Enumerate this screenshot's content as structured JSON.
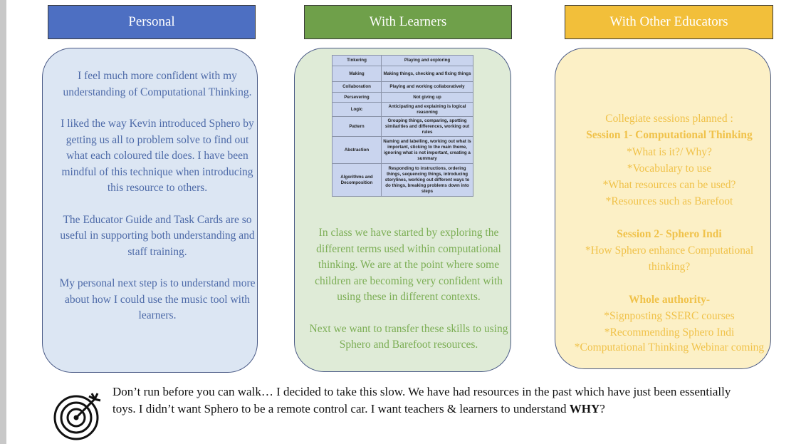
{
  "headers": {
    "personal": "Personal",
    "learners": "With Learners",
    "educators": "With Other Educators"
  },
  "colors": {
    "personal_header": "#4d6fc2",
    "learners_header": "#6fa04a",
    "educators_header": "#f2bf3a",
    "personal_card": "#dce6f3",
    "learners_card": "#dfebd7",
    "educators_card": "#fcf0c6",
    "personal_text": "#4d6aa8",
    "learners_text": "#7cae55",
    "educators_text": "#f0c24a"
  },
  "personal": {
    "p1": "I feel much more confident with my understanding of Computational Thinking.",
    "p2": "I liked the way Kevin introduced Sphero by getting us all to problem solve to find out what each coloured tile does. I have been mindful of this technique when introducing this resource to others.",
    "p3": "The Educator Guide and Task Cards are so useful in supporting both understanding and staff training.",
    "p4": "My personal next step is to understand more about how I could use the music tool with learners."
  },
  "learners": {
    "table": [
      {
        "term": "Tinkering",
        "desc": "Playing and exploring"
      },
      {
        "term": "Making",
        "desc": "Making things, checking and fixing things"
      },
      {
        "term": "Collaboration",
        "desc": "Playing and working collaboratively"
      },
      {
        "term": "Persevering",
        "desc": "Not giving up"
      },
      {
        "term": "Logic",
        "desc": "Anticipating and explaining is logical reasoning"
      },
      {
        "term": "Pattern",
        "desc": "Grouping things, comparing, spotting similarities and differences, working out rules"
      },
      {
        "term": "Abstraction",
        "desc": "Naming and labelling, working out what is important, sticking to the main theme, ignoring what is not important, creating a summary"
      },
      {
        "term": "Algorithms and Decomposition",
        "desc": "Responding to instructions, ordering things, sequencing things, introducing storylines, working out different ways to do things, breaking problems down into steps"
      }
    ],
    "p1": "In class we have started by exploring the different terms used within computational thinking. We are at the point where some children are becoming very confident with using these in different contexts.",
    "p2": "Next we want to transfer these skills to using Sphero and Barefoot resources."
  },
  "educators": {
    "l1": "Collegiate sessions planned :",
    "l2": "Session 1- Computational Thinking",
    "l3": "*What is it?/ Why?",
    "l4": "*Vocabulary to use",
    "l5": "*What resources can be used?",
    "l6": "*Resources such as Barefoot",
    "l7": "Session 2- Sphero Indi",
    "l8": "*How Sphero enhance Computational thinking?",
    "l9": "Whole authority-",
    "l10": "*Signposting SSERC courses",
    "l11": "*Recommending Sphero Indi",
    "l12": "*Computational Thinking Webinar coming"
  },
  "bottom": {
    "text1": "Don’t run before you can walk… I decided to take this slow. We have had resources in the past which have just been essentially toys. I didn’t want Sphero to be a remote control car. I want teachers & learners to understand ",
    "why": "WHY",
    "q": "?"
  }
}
